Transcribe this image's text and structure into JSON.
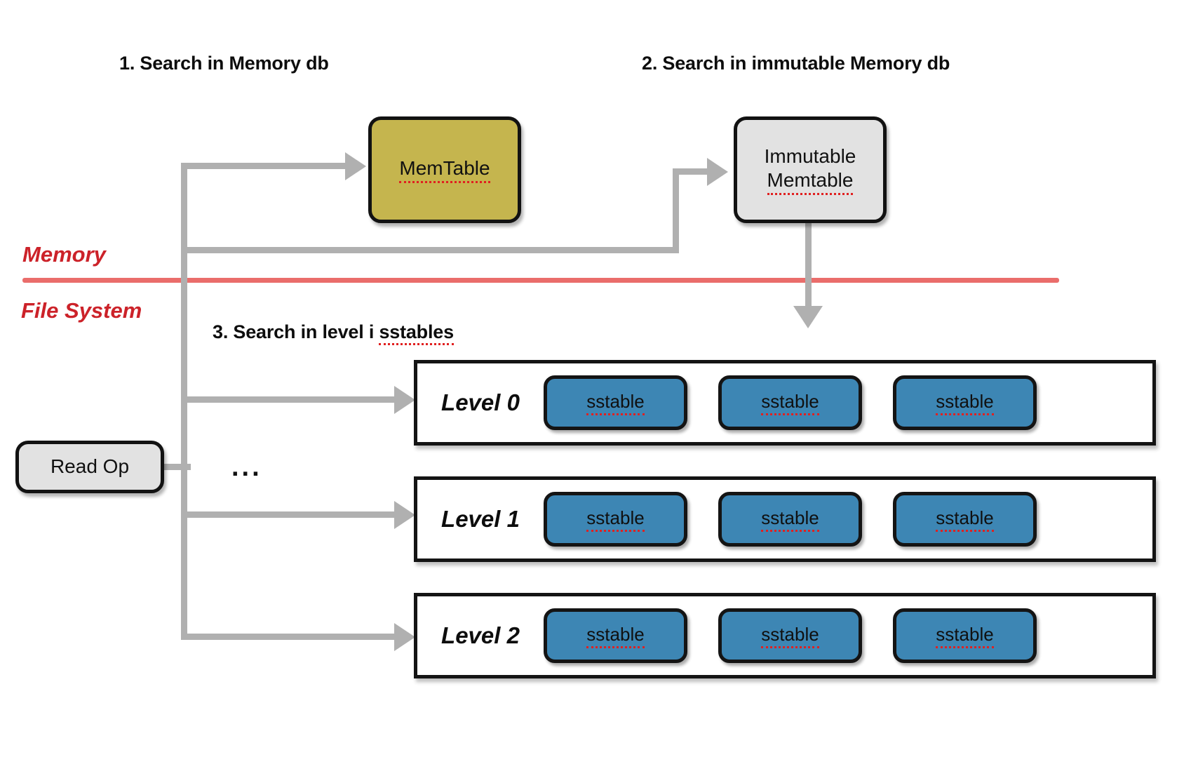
{
  "diagram": {
    "title": "LSM-tree read path",
    "headings": [
      {
        "id": "step-1",
        "text": "1. Search in Memory db"
      },
      {
        "id": "step-2",
        "text": "2. Search in immutable Memory db"
      },
      {
        "id": "step-3",
        "prefix": "3. Search in level i ",
        "spell": "sstables"
      }
    ],
    "regions": {
      "memory_label": "Memory",
      "filesystem_label": "File System"
    },
    "nodes": {
      "read_op": {
        "label": "Read Op",
        "fill": "#e2e2e2"
      },
      "memtable": {
        "label": "MemTable",
        "fill": "#c5b54e",
        "misspelled": true
      },
      "immutable_memtable": {
        "line1": "Immutable",
        "line2": "Memtable",
        "fill": "#e2e2e2",
        "misspelled_line": 2
      }
    },
    "levels": [
      {
        "label": "Level 0",
        "sstables": [
          {
            "label": "sstable"
          },
          {
            "label": "sstable"
          },
          {
            "label": "sstable"
          }
        ]
      },
      {
        "label": "Level 1",
        "sstables": [
          {
            "label": "sstable"
          },
          {
            "label": "sstable"
          },
          {
            "label": "sstable"
          }
        ]
      },
      {
        "label": "Level 2",
        "sstables": [
          {
            "label": "sstable"
          },
          {
            "label": "sstable"
          },
          {
            "label": "sstable"
          }
        ]
      }
    ],
    "ellipsis": "...",
    "colors": {
      "sstable_blue": "#3d86b4",
      "memtable_olive": "#c5b54e",
      "node_gray": "#e2e2e2",
      "divider_red": "#e8615e",
      "region_text_red": "#cc2229",
      "connector_gray": "#b0b0b0",
      "spellcheck_red": "#e02020",
      "stroke_black": "#141414"
    }
  }
}
